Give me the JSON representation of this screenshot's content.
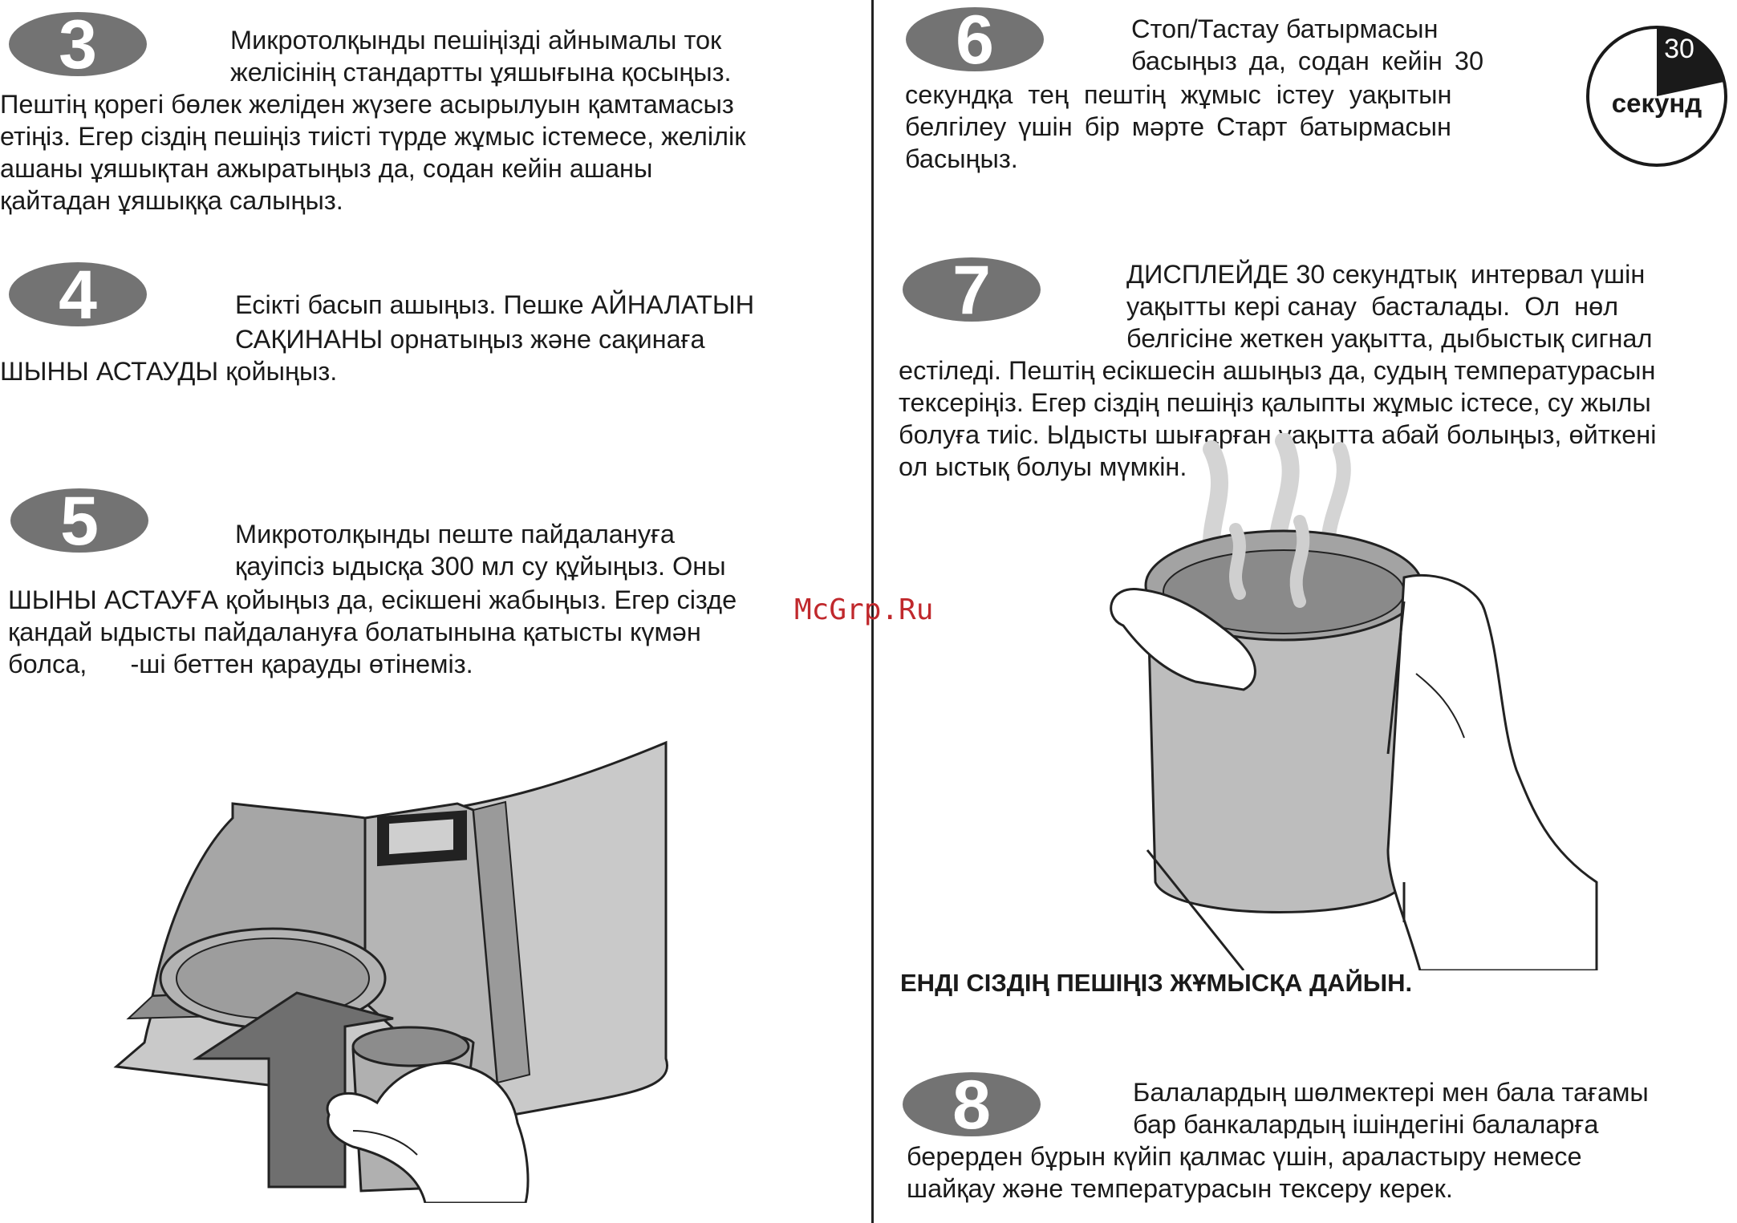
{
  "steps": {
    "s3": {
      "number": "3",
      "lines": [
        "Микротолқынды пешіңізді айнымалы ток",
        "желісінің стандартты ұяшығына қосыңыз.",
        "Пештің қорегі бөлек желіден жүзеге асырылуын қамтамасыз",
        "етіңіз. Егер сіздің пешіңіз тиісті түрде жұмыс істемесе, желілік",
        "ашаны ұяшықтан ажыратыңыз да, содан кейін ашаны",
        "қайтадан ұяшыққа салыңыз."
      ]
    },
    "s4": {
      "number": "4",
      "lines": [
        "Есікті басып ашыңыз. Пешке АЙНАЛАТЫН",
        "САҚИНАНЫ орнатыңыз және сақинаға",
        "ШЫНЫ АСТАУДЫ қойыңыз."
      ]
    },
    "s5": {
      "number": "5",
      "lines": [
        "Микротолқынды пеште пайдалануға",
        "қауіпсіз ыдысқа 300 мл су құйыңыз. Оны",
        "ШЫНЫ АСТАУҒА қойыңыз да, есікшені жабыңыз. Егер сізде",
        "қандай ыдысты пайдалануға болатынына қатысты күмән",
        "болса,      -ші беттен қарауды өтінеміз."
      ]
    },
    "s6": {
      "number": "6",
      "lines": [
        "Стоп/Тастау батырмасын",
        "басыңыз да, содан кейін 30",
        "секундқа тең пештің жұмыс істеу уақытын",
        "белгілеу үшін бір мәрте Старт батырмасын",
        "басыңыз."
      ],
      "timer": {
        "value": "30",
        "unit": "секунд"
      }
    },
    "s7": {
      "number": "7",
      "lines": [
        "ДИСПЛЕЙДЕ 30 секундтық  интервал үшін",
        "уақытты кері санау  басталады.  Ол  нөл",
        "белгісіне жеткен уақытта, дыбыстық сигнал",
        "естіледі. Пештің есікшесін ашыңыз да, судың температурасын",
        "тексеріңіз. Егер сіздің пешіңіз қалыпты жұмыс істесе, су жылы",
        "болуға тиіс. Ыдысты шығарған уақытта абай болыңыз, өйткені",
        "ол ыстық болуы мүмкін."
      ]
    },
    "ready": "ЕНДІ СІЗДІҢ ПЕШІҢІЗ ЖҰМЫСҚА ДАЙЫН.",
    "s8": {
      "number": "8",
      "lines": [
        "Балалардың шөлмектері мен бала тағамы",
        "бар банкалардың ішіндегіні балаларға",
        "берерден бұрын күйіп қалмас үшін, араластыру немесе",
        "шайқау және температурасын тексеру керек."
      ]
    }
  },
  "watermark": "McGrp.Ru",
  "illustrations": {
    "left": "microwave-with-cup-illustration",
    "right": "hand-holding-steaming-cup-illustration"
  },
  "colors": {
    "badge": "#737373",
    "badge_text": "#ffffff",
    "divider": "#222222",
    "watermark": "#c0282c"
  }
}
